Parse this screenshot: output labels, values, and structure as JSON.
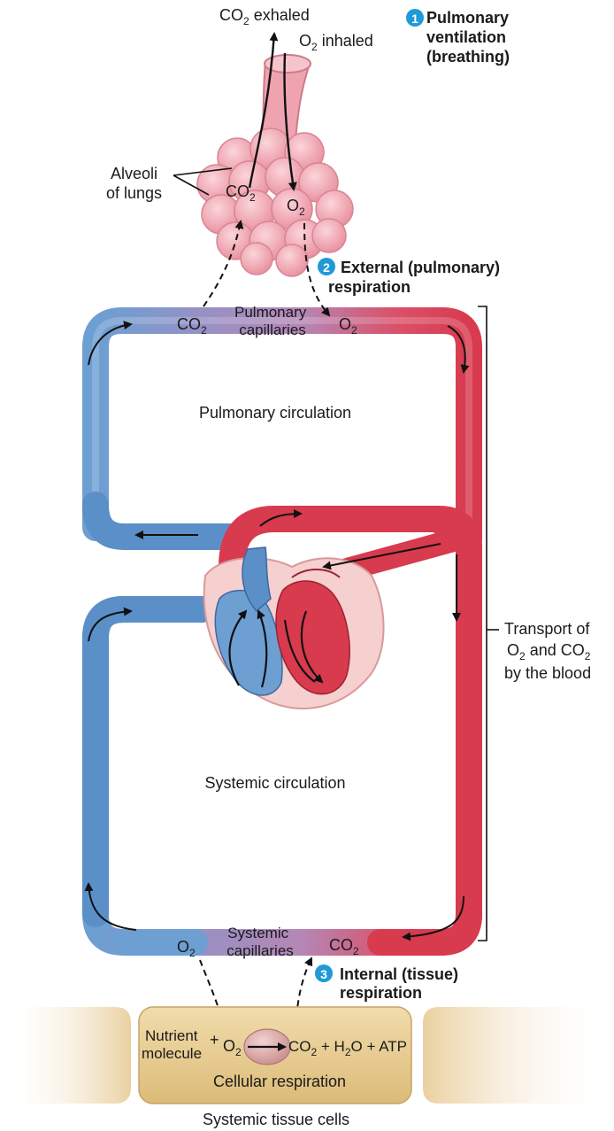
{
  "top": {
    "co2_exhaled": {
      "main": "CO",
      "sub": "2",
      "rest": " exhaled"
    },
    "o2_inhaled": {
      "main": "O",
      "sub": "2",
      "rest": " inhaled"
    },
    "alveoli_line1": "Alveoli",
    "alveoli_line2": "of lungs",
    "alveoli_co2": {
      "main": "CO",
      "sub": "2"
    },
    "alveoli_o2": {
      "main": "O",
      "sub": "2"
    }
  },
  "steps": [
    {
      "number": "1",
      "lines": [
        "Pulmonary",
        "ventilation",
        "(breathing)"
      ]
    },
    {
      "number": "2",
      "lines": [
        "External (pulmonary)",
        "respiration"
      ]
    },
    {
      "number": "3",
      "lines": [
        "Internal (tissue)",
        "respiration"
      ]
    }
  ],
  "pulmonary_capillaries": {
    "co2": {
      "main": "CO",
      "sub": "2"
    },
    "line1": "Pulmonary",
    "line2": "capillaries",
    "o2": {
      "main": "O",
      "sub": "2"
    }
  },
  "pulmonary_circulation": "Pulmonary circulation",
  "systemic_circulation": "Systemic circulation",
  "transport": {
    "line1": "Transport of",
    "line2": {
      "a": "O",
      "a_sub": "2",
      "mid": " and CO",
      "b_sub": "2"
    },
    "line3": "by the blood"
  },
  "systemic_capillaries": {
    "o2": {
      "main": "O",
      "sub": "2"
    },
    "line1": "Systemic",
    "line2": "capillaries",
    "co2": {
      "main": "CO",
      "sub": "2"
    }
  },
  "cell": {
    "nutrient_line1": "Nutrient",
    "nutrient_line2": "molecule",
    "plus1": "+",
    "o2": {
      "main": "O",
      "sub": "2"
    },
    "co2": {
      "main": "CO",
      "sub": "2"
    },
    "equation_rest": {
      "plus": " + H",
      "sub": "2",
      "end": "O + ATP"
    },
    "cellular_respiration": "Cellular respiration"
  },
  "footer": "Systemic tissue cells",
  "colors": {
    "oxygenated": "#d83a4e",
    "deoxygenated": "#5b8fc7",
    "capillary": "#a784b8",
    "step_badge": "#1f9ad6",
    "cell_fill": "#e8cf95",
    "alveoli": "#f1a9b4",
    "heart_bg": "#f6cfcf"
  }
}
